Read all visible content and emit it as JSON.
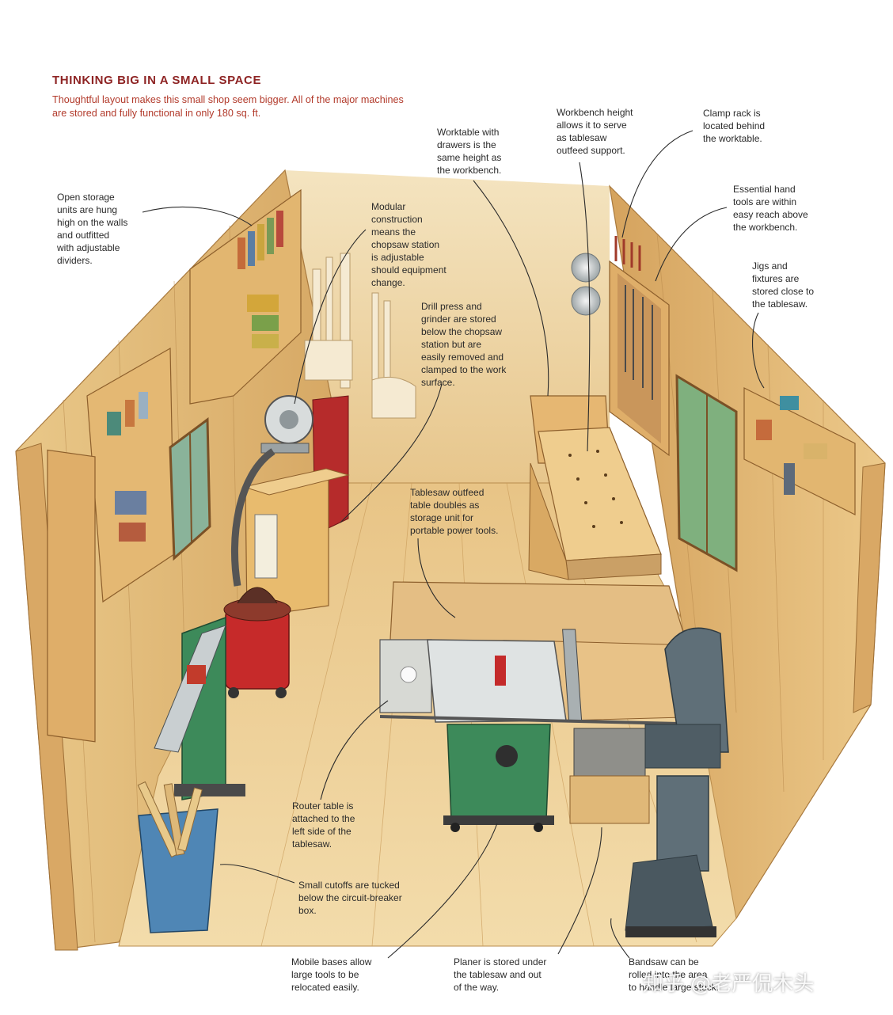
{
  "header": {
    "title": "THINKING BIG IN A SMALL SPACE",
    "subtitle": "Thoughtful layout makes this small shop seem bigger. All of the major machines are stored and fully functional in only 180 sq. ft."
  },
  "callouts": {
    "open_storage": "Open storage\nunits are hung\nhigh on the walls\nand outfitted\nwith adjustable\ndividers.",
    "modular": "Modular\nconstruction\nmeans the\nchopsaw station\nis adjustable\nshould equipment\nchange.",
    "drill_press": "Drill press and\ngrinder are stored\nbelow the chopsaw\nstation but are\neasily removed and\nclamped to the work\nsurface.",
    "worktable": "Worktable with\ndrawers is the\nsame height as\nthe workbench.",
    "workbench_height": "Workbench height\nallows it to serve\nas tablesaw\noutfeed support.",
    "clamp_rack": "Clamp rack is\nlocated behind\nthe worktable.",
    "hand_tools": "Essential hand\ntools are within\neasy reach above\nthe workbench.",
    "jigs": "Jigs and\nfixtures are\nstored close to\nthe tablesaw.",
    "outfeed": "Tablesaw outfeed\ntable doubles as\nstorage unit for\nportable power tools.",
    "router": "Router table is\nattached to the\nleft side of the\ntablesaw.",
    "cutoffs": "Small cutoffs are tucked\nbelow the circuit-breaker\nbox.",
    "mobile_bases": "Mobile bases allow\nlarge tools to be\nrelocated easily.",
    "planer": "Planer is stored under\nthe tablesaw and out\nof the way.",
    "bandsaw": "Bandsaw can be\nrolled into the area\nto handle large stock."
  },
  "watermark": "知乎 @老严侃木头",
  "colors": {
    "title": "#8e2424",
    "subtitle": "#b23a2b",
    "wood_light": "#f2d9a3",
    "wood_mid": "#e2b775",
    "wood_dark": "#c48a45",
    "machine_green": "#3d8a5a",
    "vacuum_red": "#c62a2a",
    "bandsaw_grey": "#5f6f78",
    "bin_blue": "#4f86b5"
  }
}
